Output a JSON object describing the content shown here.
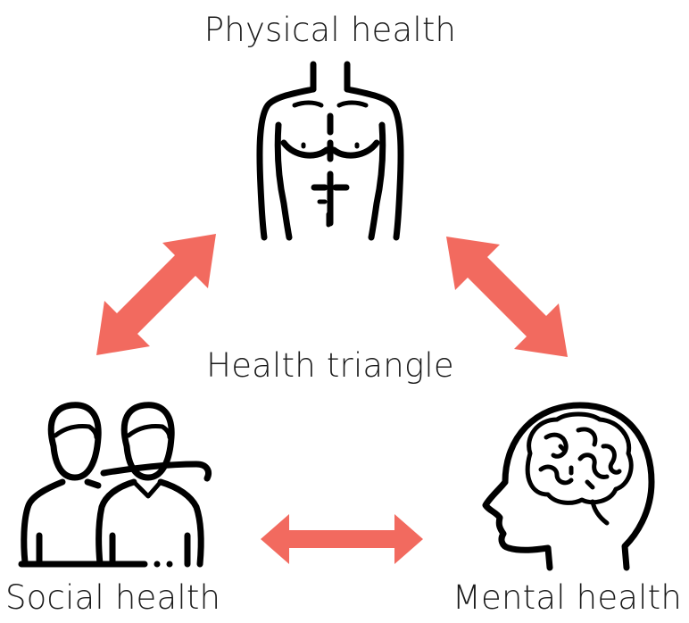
{
  "labels": {
    "physical": "Physical health",
    "center": "Health triangle",
    "social": "Social health",
    "mental": "Mental health"
  },
  "icons": {
    "physical": "torso-icon",
    "social": "two-people-icon",
    "mental": "brain-head-icon"
  },
  "colors": {
    "arrow": "#f26a5f",
    "ink": "#000000"
  }
}
